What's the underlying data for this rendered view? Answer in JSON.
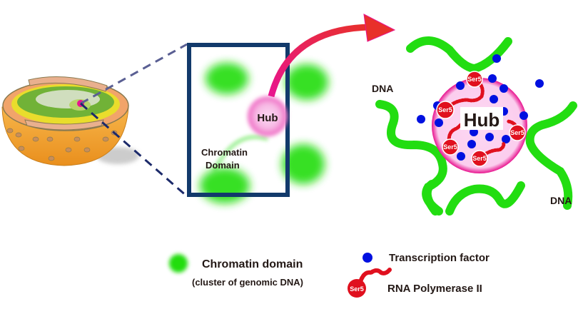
{
  "diagram": {
    "box": {
      "hub_label": "Hub",
      "domain_label_line1": "Chromatin",
      "domain_label_line2": "Domain"
    },
    "zoom_view": {
      "hub_label": "Hub",
      "dna_label_left": "DNA",
      "dna_label_right": "DNA",
      "ser5_label": "Ser5"
    },
    "legend": {
      "chromatin_label": "Chromatin domain",
      "chromatin_sublabel": "(cluster of genomic DNA)",
      "tf_label": "Transcription factor",
      "pol_label": "RNA Polymerase II",
      "pol_ser5": "Ser5"
    },
    "colors": {
      "dna": "#22dd11",
      "transcription_factor": "#0010e0",
      "polymerase": "#e0101e",
      "hub": "#fcd3f1",
      "box_frame": "#123a6b",
      "arrow": "#e8302a"
    }
  }
}
